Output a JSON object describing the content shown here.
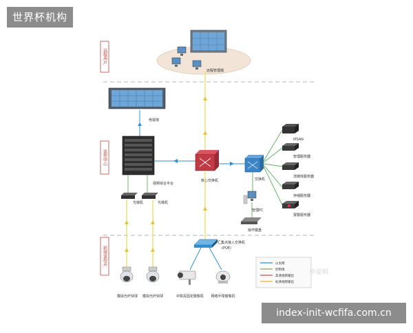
{
  "watermark_top": "世界杯机构",
  "watermark_bottom": "index-init-wcfifa.com.cn",
  "watermark_middle": "中安网",
  "zones": {
    "remote": "远程用户",
    "center": "监控中心",
    "front": "前端监控点"
  },
  "labels": {
    "remote_mgmt": "远程管理端",
    "tv_wall": "电视墙",
    "video_platform": "视频综合平台",
    "core_switch": "核心交换机",
    "switch": "交换机",
    "optical_a": "光端机",
    "optical_b": "光端机",
    "poe_switch_line1": "汇集点接入交换机",
    "poe_switch_line2": "(POE)",
    "mgmt_pc": "管理PC",
    "keyboard": "操作键盘",
    "cam1": "模拟光纤快球",
    "cam2": "模拟光纤快球",
    "cam3": "IP高清固定摄像机",
    "cam4": "网络半球摄像机"
  },
  "servers": [
    {
      "label": "IPSAN",
      "color": "#333333"
    },
    {
      "label": "管理服务器",
      "color": "#3a3a3a"
    },
    {
      "label": "流媒体服务器",
      "color": "#3a3a3a"
    },
    {
      "label": "存储服务器",
      "color": "#3a3a3a"
    },
    {
      "label": "报警服务器",
      "color": "#3a3a3a"
    }
  ],
  "legend": [
    {
      "label": "以太网",
      "color": "#2a8fd6"
    },
    {
      "label": "控制线",
      "color": "#9fa03a"
    },
    {
      "label": "高清视频输出",
      "color": "#cf4d4d"
    },
    {
      "label": "标清视频输出",
      "color": "#e0b44a"
    }
  ],
  "colors": {
    "ethernet": "#2a8fd6",
    "fiber": "#e8e05a",
    "control": "#5ab05a",
    "zone_label": "#c0453f",
    "dash": "#b5b5b5",
    "screen": "#6fa6d8"
  }
}
